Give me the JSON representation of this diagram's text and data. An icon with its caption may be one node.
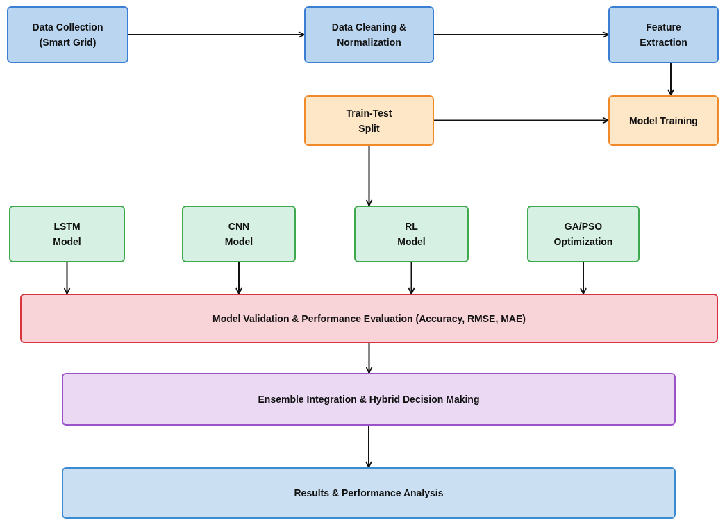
{
  "diagram": {
    "nodes": [
      {
        "text": [
          "Data Collection (Smart Grid)"
        ]
      },
      {
        "text": [
          "Data Cleaning & Normalization"
        ]
      },
      {
        "text": [
          "Feature Extraction"
        ]
      },
      {
        "text": [
          "Train-Test Split"
        ]
      },
      {
        "text": [
          "Model Training"
        ]
      },
      {
        "text": [
          "LSTM Model"
        ]
      },
      {
        "text": [
          "CNN Model"
        ]
      },
      {
        "text": [
          "RL Model"
        ]
      },
      {
        "text": [
          "GA/PSO Optimization"
        ]
      },
      {
        "text": [
          "Model Validation & Performance Evaluation (Accuracy, RMSE, MAE)"
        ]
      },
      {
        "text": [
          "Ensemble Integration & Hybrid Decision Making"
        ]
      },
      {
        "text": [
          "Results & Performance Analysis"
        ]
      }
    ],
    "edges": [
      {
        "from": 0,
        "to": 1,
        "arrow": "to"
      },
      {
        "from": 1,
        "to": 2,
        "arrow": "to"
      },
      {
        "from": 2,
        "to": 4,
        "arrow": "to"
      },
      {
        "from": 3,
        "to": 4,
        "arrow": "to"
      },
      {
        "from": 3,
        "to": 7,
        "arrow": "to"
      },
      {
        "from": 5,
        "to": 9,
        "arrow": "to"
      },
      {
        "from": 6,
        "to": 9,
        "arrow": "to"
      },
      {
        "from": 7,
        "to": 9,
        "arrow": "to"
      },
      {
        "from": 8,
        "to": 9,
        "arrow": "to"
      },
      {
        "from": 9,
        "to": 10,
        "arrow": "to"
      },
      {
        "from": 10,
        "to": 11,
        "arrow": "to"
      }
    ]
  }
}
